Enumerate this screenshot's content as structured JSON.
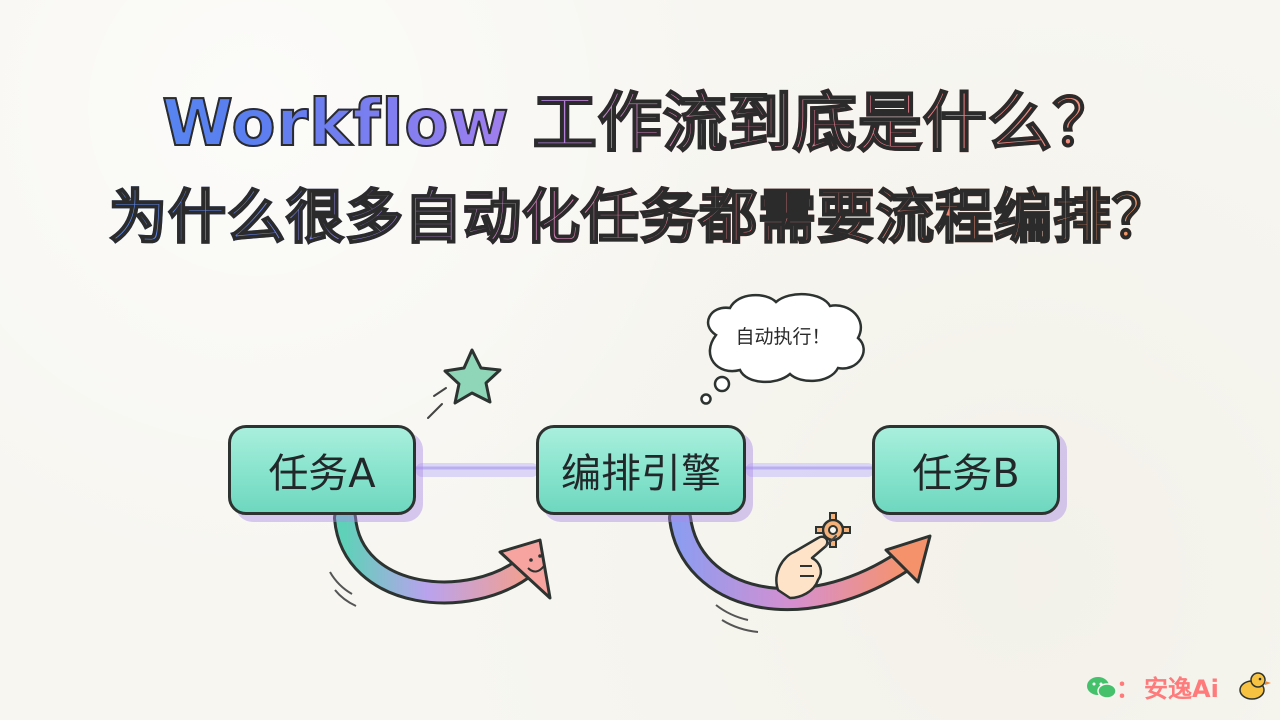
{
  "title": {
    "line1": "Workflow 工作流到底是什么？",
    "line2": "为什么很多自动化任务都需要流程编排？"
  },
  "nodes": {
    "task_a": "任务A",
    "engine": "编排引擎",
    "task_b": "任务B"
  },
  "bubble": "自动执行！",
  "watermark": {
    "separator": "：",
    "brand": "安逸Ai"
  },
  "colors": {
    "node_fill": "#86e3cc",
    "node_shadow": "#aa8ce6",
    "connector": "#c9c2f2",
    "title_start": "#4f8ff0",
    "title_end": "#f5a36b",
    "watermark": "#ff7a7a",
    "star": "#8fd6b8"
  },
  "icons": [
    "star-icon",
    "thought-bubble-icon",
    "gear-icon",
    "pointing-hand-icon",
    "wechat-icon",
    "bird-icon"
  ]
}
